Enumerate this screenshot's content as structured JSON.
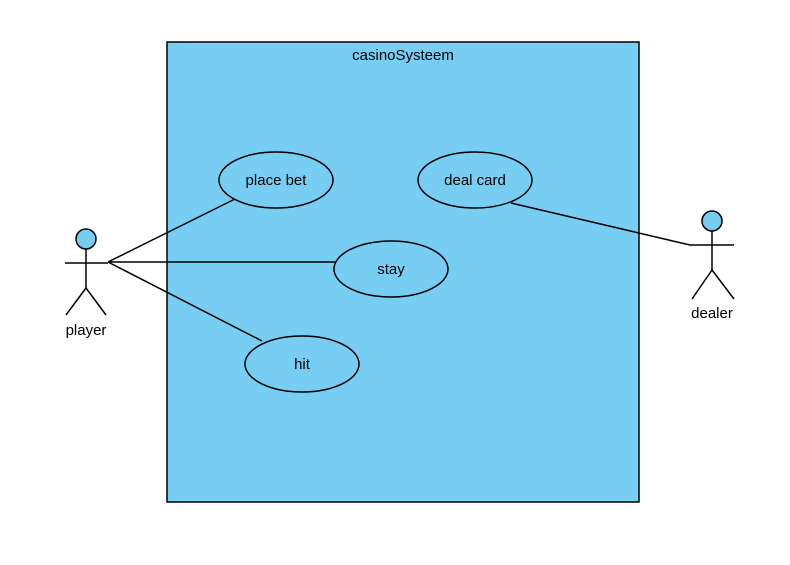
{
  "system": {
    "name": "casinoSysteem"
  },
  "actors": {
    "player": {
      "label": "player"
    },
    "dealer": {
      "label": "dealer"
    }
  },
  "use_cases": {
    "place_bet": "place bet",
    "deal_card": "deal card",
    "stay": "stay",
    "hit": "hit"
  },
  "colors": {
    "system_fill": "#78CDF3",
    "actor_head_fill": "#78CDF3",
    "stroke": "#000000",
    "use_case_fill": "#78CDF3"
  }
}
